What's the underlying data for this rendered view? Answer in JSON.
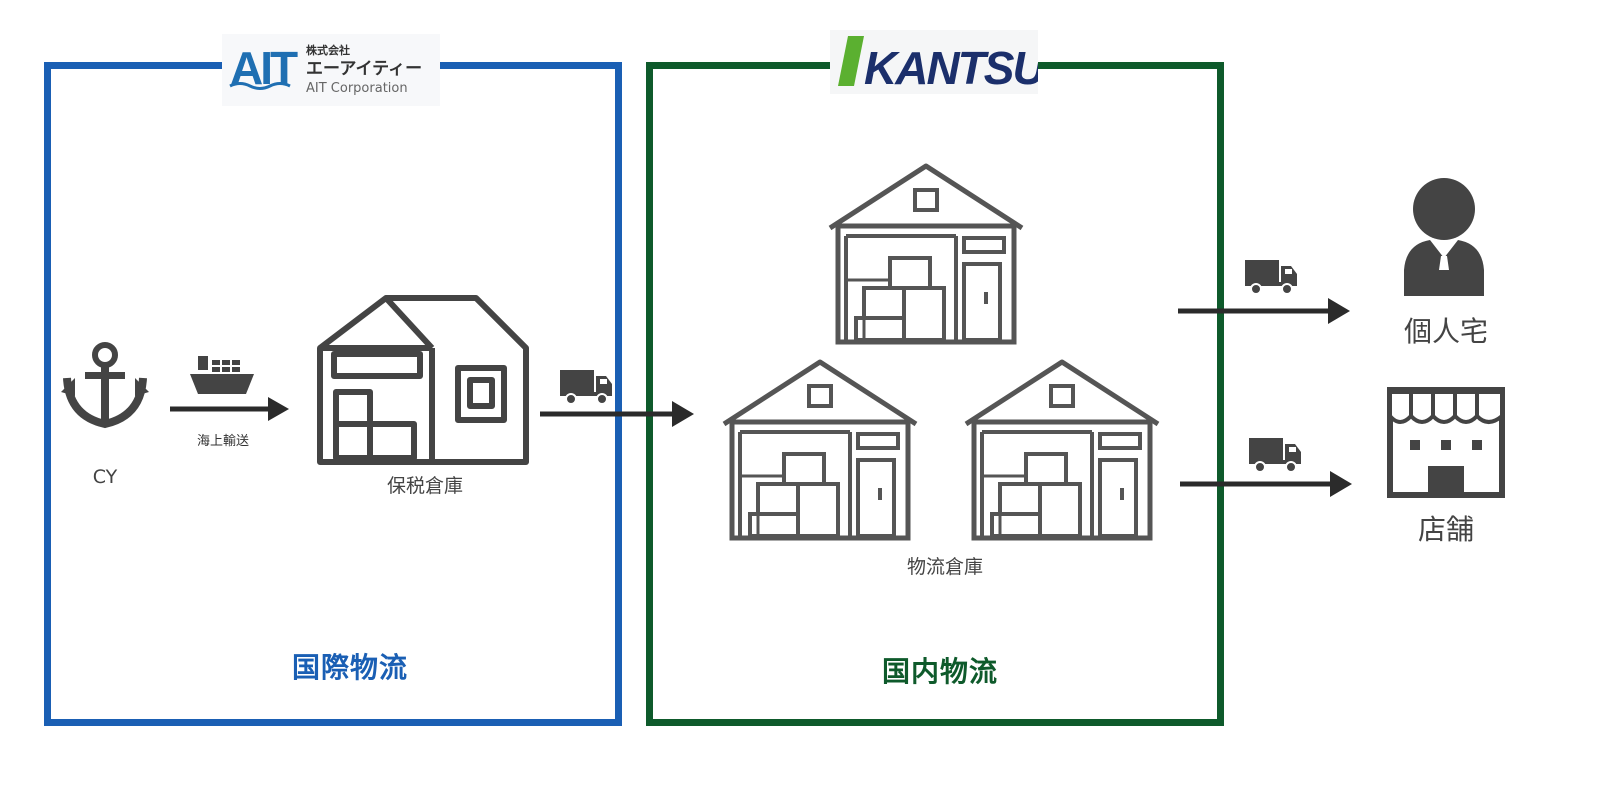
{
  "colors": {
    "intl_border": "#1a5fb4",
    "domestic_border": "#0e5a2b",
    "icon": "#4a4a4a",
    "arrow": "#2b2b2b",
    "ait_blue": "#1f6fb2",
    "kantsu_green": "#5bb030",
    "kantsu_navy": "#1b2f6b"
  },
  "logos": {
    "ait": {
      "mark": "AIT",
      "line1": "株式会社",
      "line2": "エーアイティー",
      "line3": "AIT Corporation"
    },
    "kantsu": {
      "wordmark": "KANTSU"
    }
  },
  "nodes": {
    "cy": {
      "label": "CY",
      "icon": "anchor-icon"
    },
    "sea": {
      "label": "海上輸送",
      "icon": "ship-icon"
    },
    "bonded": {
      "label": "保税倉庫",
      "icon": "bonded-warehouse-icon"
    },
    "logistics": {
      "label": "物流倉庫",
      "icon": "warehouse-icon"
    },
    "home": {
      "label": "個人宅",
      "icon": "person-icon"
    },
    "store": {
      "label": "店舗",
      "icon": "store-icon"
    }
  },
  "regions": {
    "international": "国際物流",
    "domestic": "国内物流"
  }
}
